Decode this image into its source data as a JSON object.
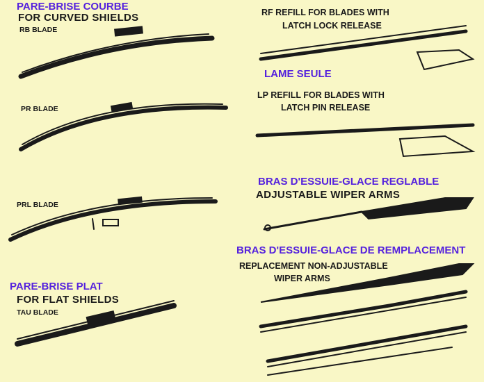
{
  "left": {
    "curved_fr": "PARE-BRISE COURBE",
    "curved_en": "FOR CURVED SHIELDS",
    "rb_blade": "RB BLADE",
    "pr_blade": "PR BLADE",
    "prl_blade": "PRL BLADE",
    "flat_fr": "PARE-BRISE PLAT",
    "flat_en": "FOR FLAT SHIELDS",
    "tau_blade": "TAU BLADE"
  },
  "right": {
    "rf_line1": "RF REFILL FOR BLADES WITH",
    "rf_line2": "LATCH LOCK RELEASE",
    "lame_seule": "LAME SEULE",
    "lp_line1": "LP REFILL FOR BLADES WITH",
    "lp_line2": "LATCH PIN RELEASE",
    "adj_fr": "BRAS D'ESSUIE-GLACE REGLABLE",
    "adj_en": "ADJUSTABLE WIPER ARMS",
    "repl_fr": "BRAS D'ESSUIE-GLACE DE REMPLACEMENT",
    "repl_en1": "REPLACEMENT NON-ADJUSTABLE",
    "repl_en2": "WIPER ARMS"
  },
  "colors": {
    "background": "#f9f7c6",
    "french_label": "#5522dd",
    "ink": "#1a1a1a"
  }
}
